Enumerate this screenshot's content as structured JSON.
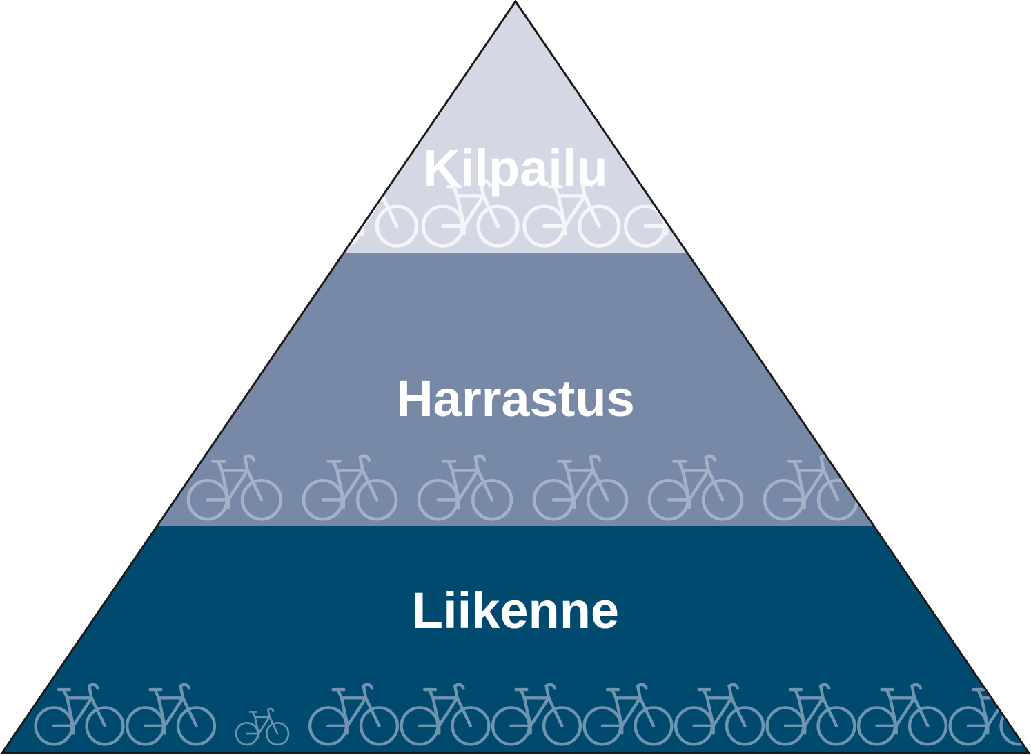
{
  "diagram": {
    "tiers": [
      {
        "id": "top",
        "label": "Kilpailu",
        "fill": "#d3d8e4",
        "bike_color": "#ffffff",
        "bike_count": 4
      },
      {
        "id": "middle",
        "label": "Harrastus",
        "fill": "#7889a7",
        "bike_color": "#a9b6cb",
        "bike_count": 6
      },
      {
        "id": "bottom",
        "label": "Liikenne",
        "fill": "#004a70",
        "bike_color": "#7b9db7",
        "bike_count": 11
      }
    ],
    "outline_color": "#1a1a1a",
    "background": "#ffffff"
  }
}
